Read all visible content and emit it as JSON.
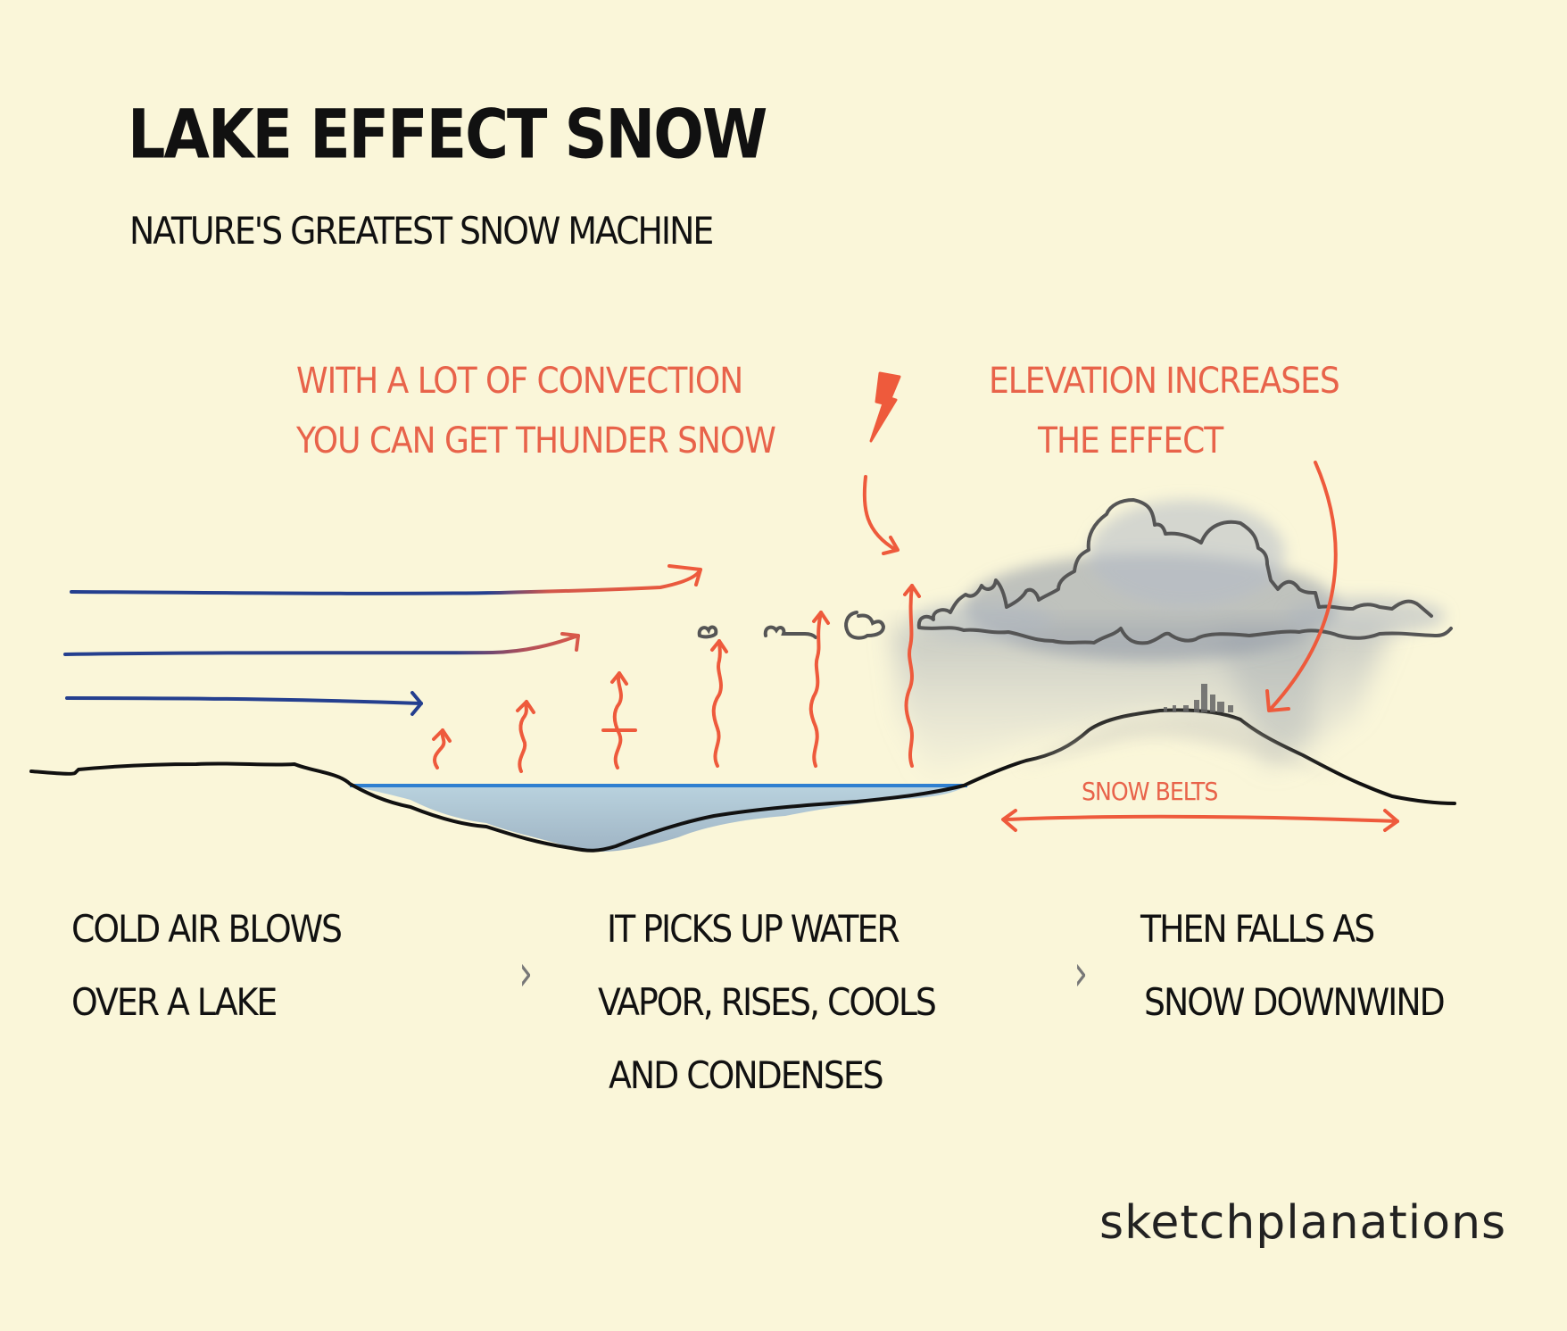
{
  "header": {
    "title": "Lake Effect Snow",
    "subtitle": "Nature's Greatest Snow Machine"
  },
  "annotations": {
    "convection": {
      "lines": [
        "With a lot of convection",
        "you can get thunder snow"
      ],
      "icon": "lightning-bolt-icon"
    },
    "elevation": {
      "lines": [
        "Elevation increases",
        "the effect"
      ]
    },
    "snow_belts": {
      "label": "Snow Belts"
    }
  },
  "steps": [
    {
      "lines": [
        "Cold air blows",
        "over a lake"
      ]
    },
    {
      "lines": [
        "It picks up water",
        "vapor, rises, cools",
        "and condenses"
      ]
    },
    {
      "lines": [
        "Then falls as",
        "snow downwind"
      ]
    }
  ],
  "step_separator": "›",
  "brand": "sketchplanations",
  "colors": {
    "background": "#faf6d9",
    "annotation_red": "#e8634a",
    "cold_air_blue": "#243f8f",
    "lake_surface": "#2f7fd0",
    "lake_fill": "#a9c2d2",
    "ground_line": "#111111",
    "cloud_outline": "#555555"
  }
}
